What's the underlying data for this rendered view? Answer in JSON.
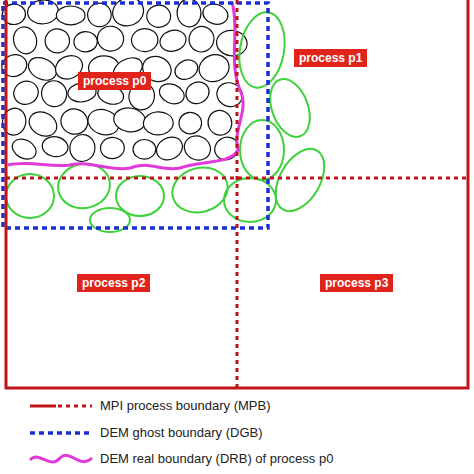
{
  "diagram": {
    "nodes": [
      {
        "text": [
          "process p0"
        ]
      },
      {
        "text": [
          "process p1"
        ]
      },
      {
        "text": [
          "process p2"
        ]
      },
      {
        "text": [
          "process p3"
        ]
      }
    ],
    "legend": [
      {
        "text": "MPI process boundary (MPB)"
      },
      {
        "text": "DEM ghost boundary (DGB)"
      },
      {
        "text": "DEM real boundary (DRB) of process p0"
      }
    ]
  }
}
